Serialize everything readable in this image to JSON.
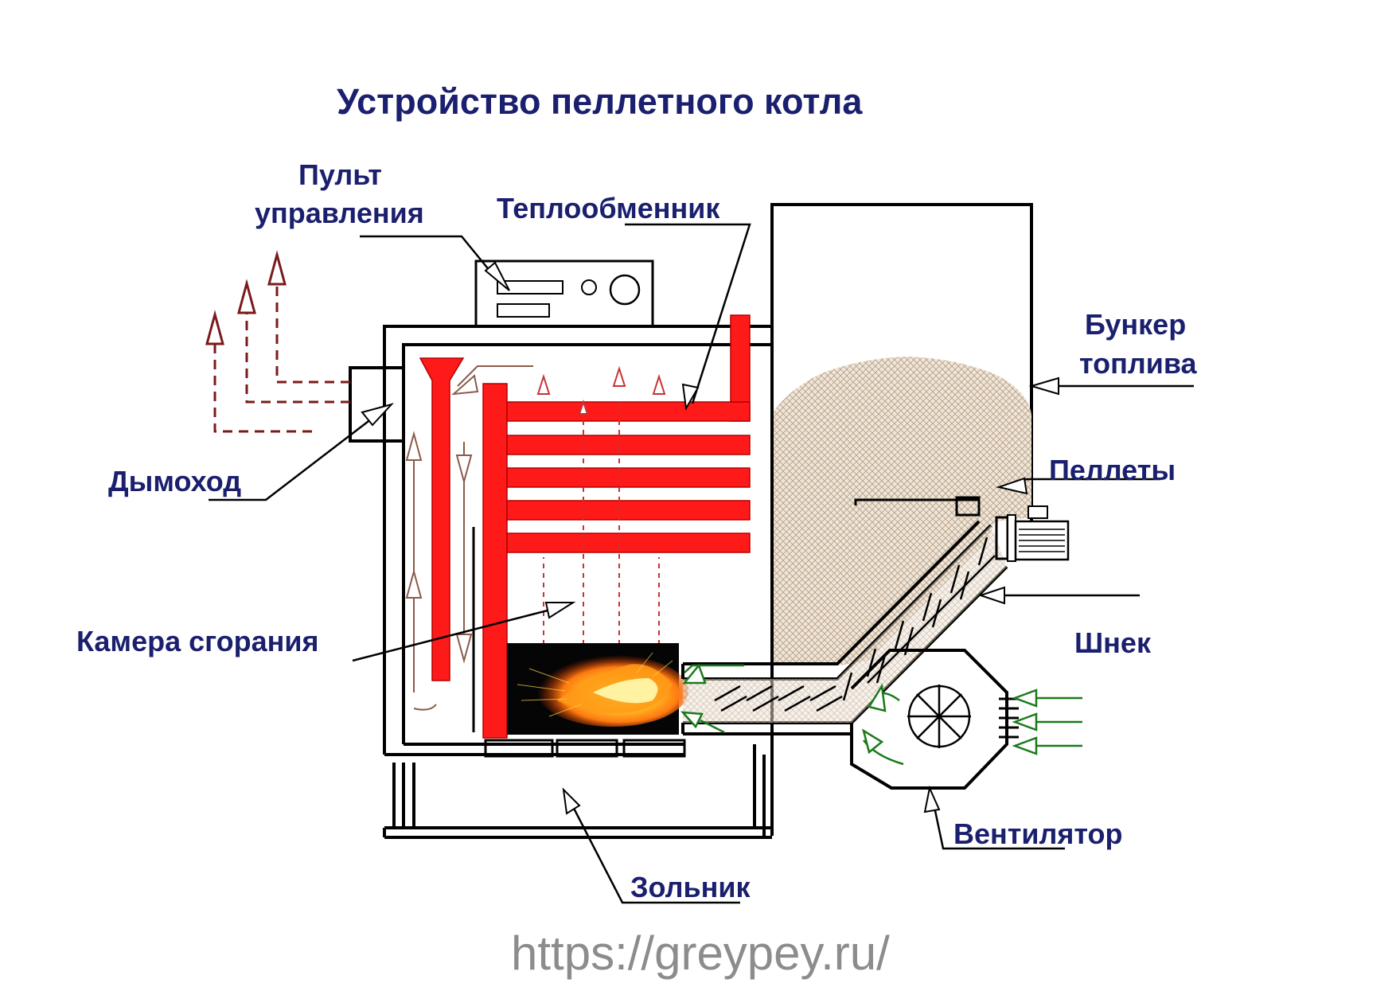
{
  "title": "Устройство пеллетного котла",
  "labels": {
    "control_panel_1": "Пульт",
    "control_panel_2": "управления",
    "heat_exchanger": "Теплообменник",
    "fuel_bunker_1": "Бункер",
    "fuel_bunker_2": "топлива",
    "pellets": "Пеллеты",
    "chimney": "Дымоход",
    "combustion_chamber": "Камера сгорания",
    "auger": "Шнек",
    "fan": "Вентилятор",
    "ash_pan": "Зольник"
  },
  "watermark": "https://greypey.ru/",
  "colors": {
    "label_text": "#1a1f6e",
    "heat_exchanger": "#ff1a1a",
    "flue_gas": "#7a1a1a",
    "air_flow": "#1a7a1a",
    "pellet_fill": "#e8dccb",
    "watermark": "#8c8c8c"
  }
}
